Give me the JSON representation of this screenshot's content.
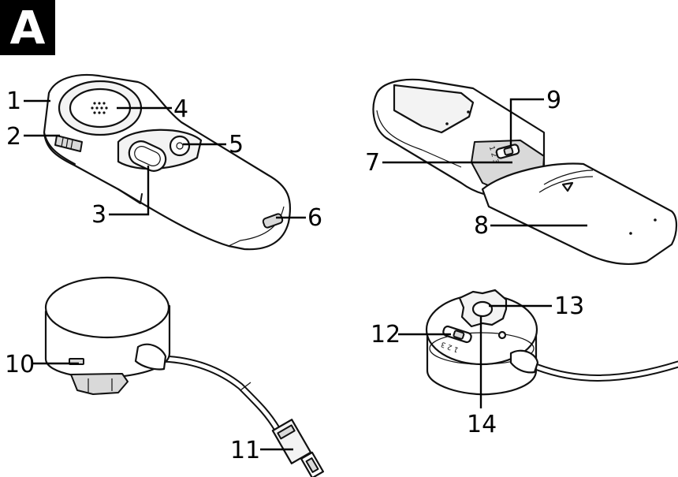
{
  "figure_label": "A",
  "callouts": [
    "1",
    "2",
    "3",
    "4",
    "5",
    "6",
    "7",
    "8",
    "9",
    "10",
    "11",
    "12",
    "13",
    "14"
  ],
  "switch_markings": {
    "remote": "1 2 3",
    "receiver": "1 2 3"
  }
}
